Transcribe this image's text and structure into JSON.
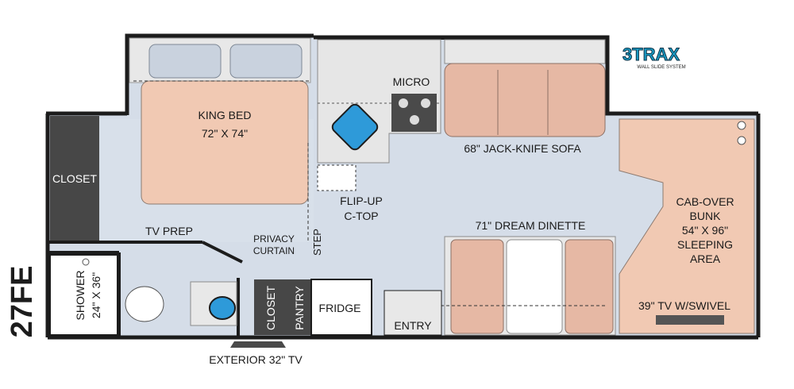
{
  "labels": {
    "king_bed": "KING BED",
    "king_bed_size": "72\" X 74\"",
    "closet_left": "CLOSET",
    "tv_prep": "TV PREP",
    "privacy": "PRIVACY",
    "curtain": "CURTAIN",
    "step": "STEP",
    "micro": "MICRO",
    "flip_up": "FLIP-UP",
    "c_top": "C-TOP",
    "sofa": "68\" JACK-KNIFE SOFA",
    "dinette": "71\" DREAM DINETTE",
    "cab_over": "CAB-OVER",
    "bunk": "BUNK",
    "bunk_size": "54\" X 96\"",
    "sleeping": "SLEEPING",
    "area": "AREA",
    "tv_swivel": "39\" TV W/SWIVEL",
    "shower": "SHOWER",
    "shower_size": "24\" X 36\"",
    "closet_mid": "CLOSET",
    "pantry": "PANTRY",
    "fridge": "FRIDGE",
    "entry": "ENTRY",
    "exterior_tv": "EXTERIOR 32\" TV",
    "model": "27FE"
  },
  "logo": {
    "text": "3TRAX",
    "sub": "WALL SLIDE SYSTEM"
  },
  "colors": {
    "wall": "#1c1c1c",
    "floor": "#d5dde8",
    "bed": "#f1c9b3",
    "sofa": "#e6b8a4",
    "dark_panel": "#474747",
    "light_gray": "#e6e6e6",
    "sink": "#2e9ad9",
    "logo": "#1a9bc4"
  }
}
